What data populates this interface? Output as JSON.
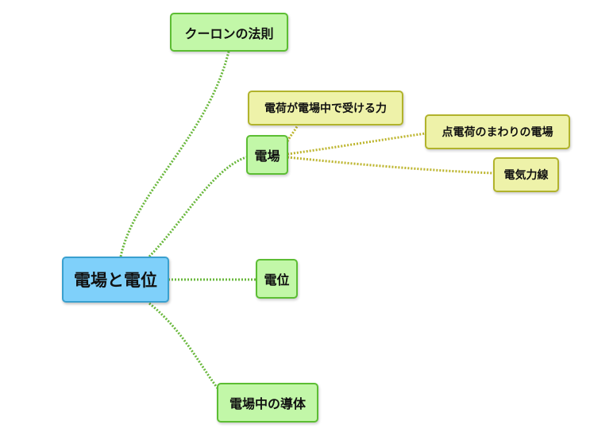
{
  "map": {
    "root": {
      "label": "電場と電位"
    },
    "branches": {
      "coulomb": {
        "label": "クーロンの法則"
      },
      "field": {
        "label": "電場"
      },
      "potential": {
        "label": "電位"
      },
      "conductor": {
        "label": "電場中の導体"
      }
    },
    "field_children": {
      "force": {
        "label": "電荷が電場中で受ける力"
      },
      "point_charge": {
        "label": "点電荷のまわりの電場"
      },
      "field_lines": {
        "label": "電気力線"
      }
    }
  },
  "colors": {
    "root_fill": "#7fd0fa",
    "root_border": "#3aa0cf",
    "branch_fill": "#c2f7a8",
    "branch_border": "#5cbd33",
    "branch_link": "#6ab83d",
    "leaf_fill": "#eef2a9",
    "leaf_border": "#b1b32c",
    "leaf_link": "#bdb52e"
  }
}
